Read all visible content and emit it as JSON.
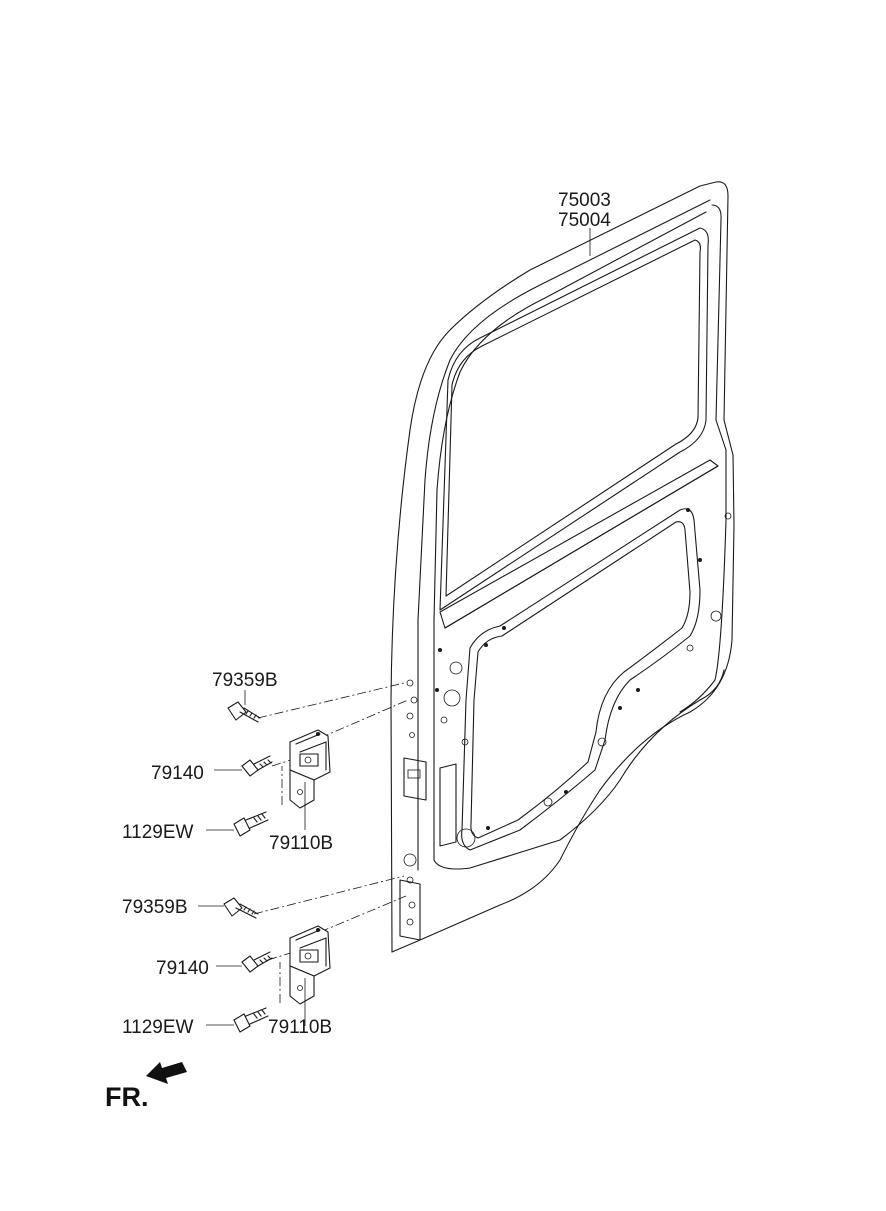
{
  "labels": {
    "door_part_a": "75003",
    "door_part_b": "75004",
    "upper_bolt": "79359B",
    "upper_hinge_bolt": "79140",
    "upper_lower_bolt": "1129EW",
    "upper_hinge": "79110B",
    "lower_bolt": "79359B",
    "lower_hinge_bolt": "79140",
    "lower_lower_bolt": "1129EW",
    "lower_hinge": "79110B",
    "front_indicator": "FR."
  }
}
